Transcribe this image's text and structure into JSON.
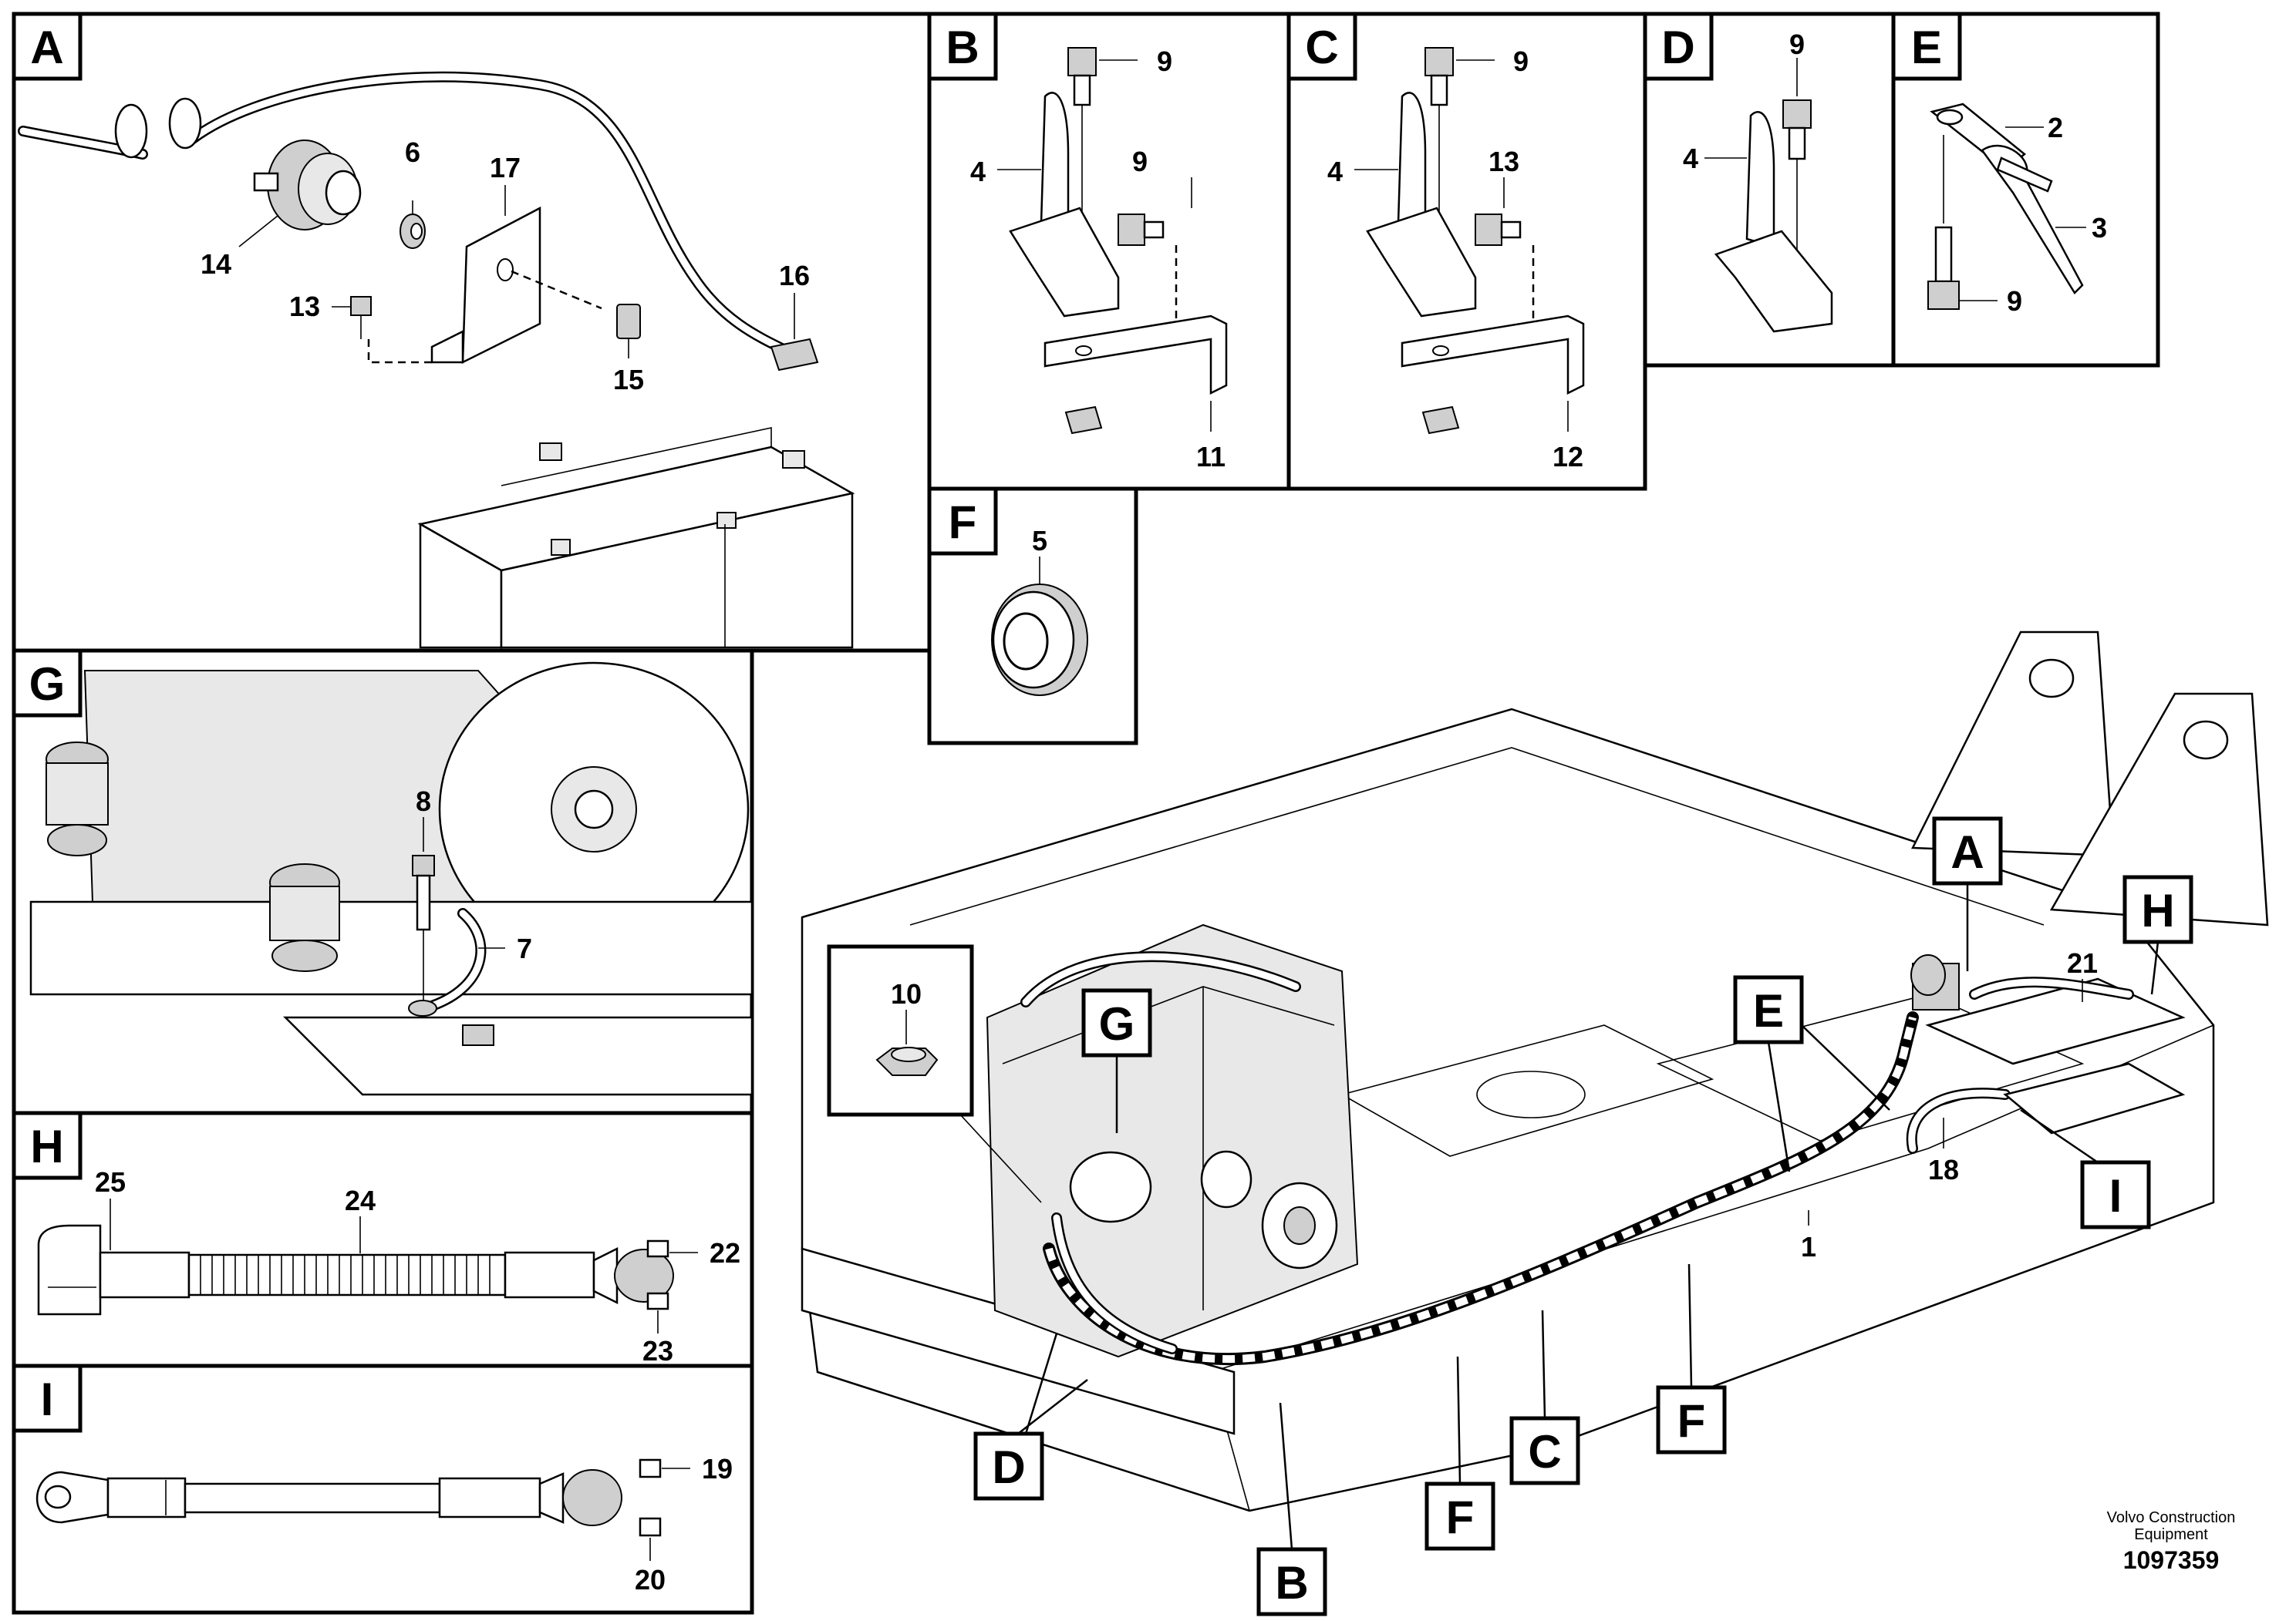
{
  "panels": {
    "A": "A",
    "B": "B",
    "C": "C",
    "D": "D",
    "E": "E",
    "F": "F",
    "G": "G",
    "H": "H",
    "I": "I"
  },
  "main_tags": {
    "A": "A",
    "E": "E",
    "G": "G",
    "H": "H",
    "I": "I",
    "D": "D",
    "B": "B",
    "F1": "F",
    "C": "C",
    "F2": "F"
  },
  "callouts": {
    "a": [
      "6",
      "17",
      "14",
      "13",
      "16",
      "15"
    ],
    "b": [
      "9",
      "4",
      "9",
      "11"
    ],
    "c": [
      "9",
      "4",
      "13",
      "12"
    ],
    "d": [
      "9",
      "4"
    ],
    "e": [
      "2",
      "3",
      "9"
    ],
    "f": [
      "5"
    ],
    "g": [
      "8",
      "7"
    ],
    "h": [
      "25",
      "24",
      "22",
      "23"
    ],
    "i": [
      "19",
      "20"
    ],
    "main": [
      "10",
      "21",
      "18",
      "1"
    ]
  },
  "credit": {
    "company_line1": "Volvo Construction",
    "company_line2": "Equipment",
    "figure_number": "1097359"
  }
}
